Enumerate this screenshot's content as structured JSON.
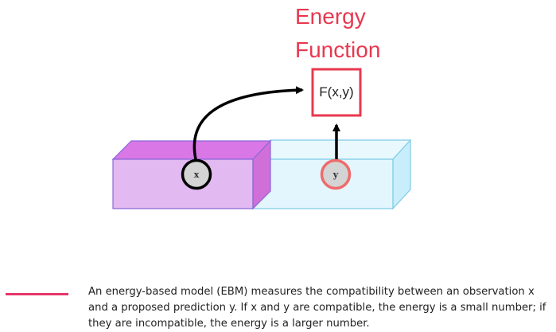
{
  "diagram": {
    "title_line1": "Energy",
    "title_line2": "Function",
    "function_label": "F(x,y)",
    "x_label": "x",
    "y_label": "y",
    "colors": {
      "title": "#e8384f",
      "function_box_border": "#e8384f",
      "x_block_fill": "#e2b9f0",
      "x_block_top": "#d977e6",
      "y_block_fill": "#e4f6fd",
      "y_node_border": "#ef6b6b",
      "arrow": "#000000"
    }
  },
  "caption": {
    "text": "An energy-based model (EBM) measures the compatibility between an observation x and a proposed prediction y. If x and y are compatible, the energy is a small number; if they are incompatible, the energy is a larger number.",
    "accent_color": "#e8366b"
  }
}
